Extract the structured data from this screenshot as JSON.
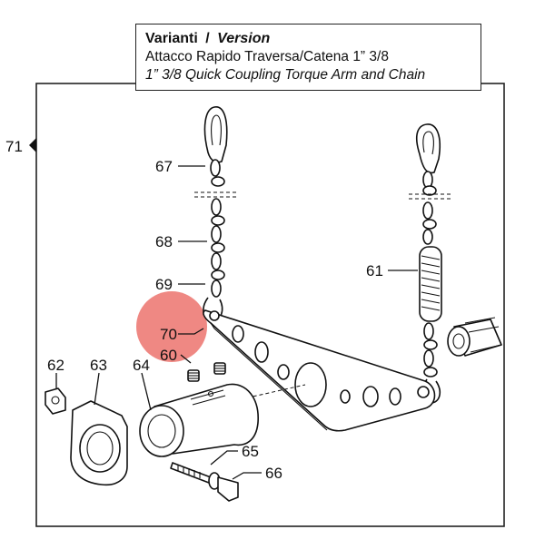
{
  "header": {
    "label_it": "Varianti",
    "separator": "/",
    "label_en": "Version",
    "line_it": "Attacco Rapido Traversa/Catena 1” 3/8",
    "line_en": "1” 3/8 Quick Coupling Torque Arm and Chain"
  },
  "ref_number": "71",
  "callouts": [
    "67",
    "68",
    "69",
    "70",
    "60",
    "61",
    "62",
    "63",
    "64",
    "65",
    "66"
  ],
  "colors": {
    "line": "#111111",
    "highlight": "#e8554f",
    "background": "#ffffff"
  }
}
